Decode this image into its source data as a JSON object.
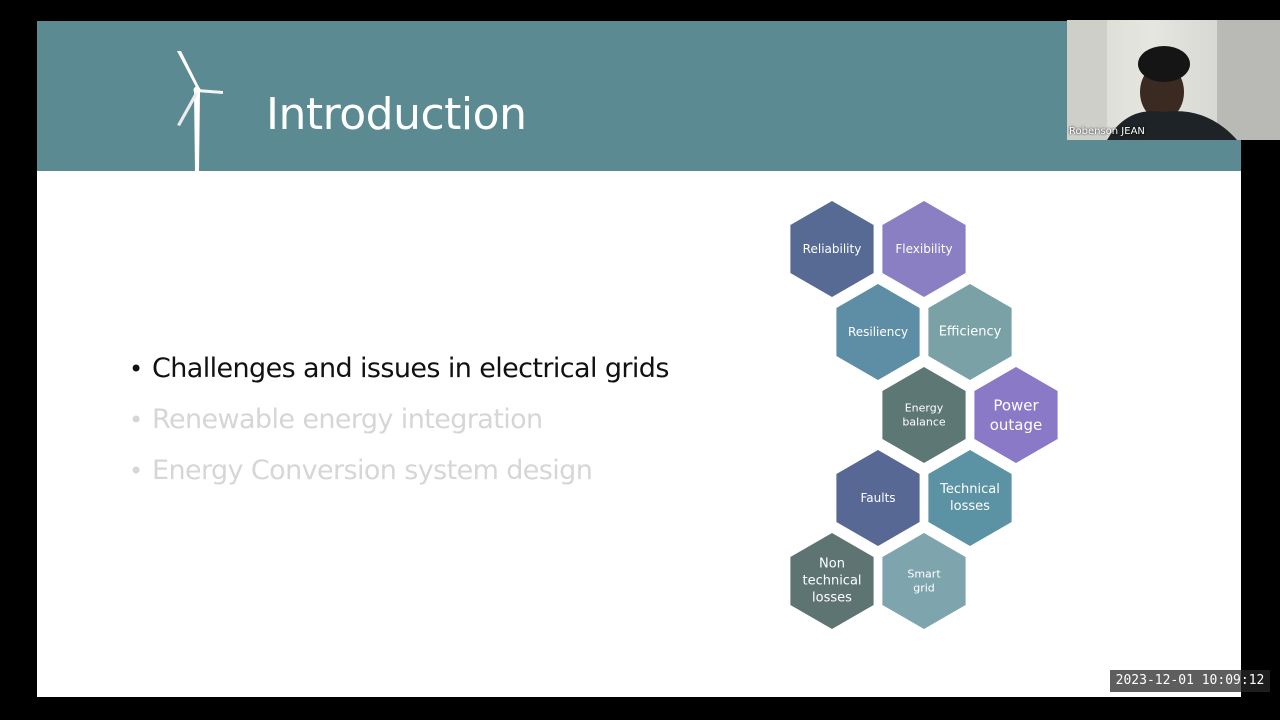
{
  "slide": {
    "title": "Introduction",
    "bullets": [
      {
        "text": "Challenges and issues in electrical grids",
        "color": "#111111"
      },
      {
        "text": "Renewable energy integration",
        "color": "#d6d6d6"
      },
      {
        "text": "Energy Conversion system design",
        "color": "#d6d6d6"
      }
    ],
    "bullet_glyph": "•",
    "band_color": "#5b8a93",
    "hexagons": [
      {
        "lines": [
          "Reliability"
        ],
        "color": "#566a93",
        "size": 12
      },
      {
        "lines": [
          "Flexibility"
        ],
        "color": "#8b7fc3",
        "size": 12
      },
      {
        "lines": [
          "Resiliency"
        ],
        "color": "#5e8ea6",
        "size": 12
      },
      {
        "lines": [
          "Efficiency"
        ],
        "color": "#7aa2a6",
        "size": 13
      },
      {
        "lines": [
          "Energy",
          "balance"
        ],
        "color": "#5d7775",
        "size": 11
      },
      {
        "lines": [
          "Power",
          "outage"
        ],
        "color": "#8a79c6",
        "size": 15
      },
      {
        "lines": [
          "Faults"
        ],
        "color": "#566893",
        "size": 12
      },
      {
        "lines": [
          "Technical",
          "losses"
        ],
        "color": "#5c93a4",
        "size": 13
      },
      {
        "lines": [
          "Non",
          "technical",
          "losses"
        ],
        "color": "#5e7473",
        "size": 13
      },
      {
        "lines": [
          "Smart",
          "grid"
        ],
        "color": "#7ea4ad",
        "size": 11
      }
    ]
  },
  "webcam": {
    "presenter_name": "Robenson JEAN"
  },
  "recording": {
    "timestamp": "2023-12-01  10:09:12"
  }
}
